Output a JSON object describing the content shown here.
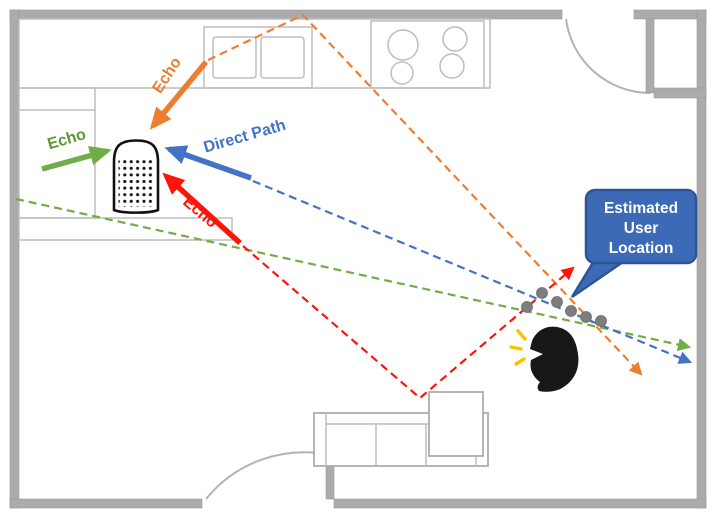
{
  "labels": {
    "echo_top": "Echo",
    "echo_left": "Echo",
    "echo_bottom": "Echo",
    "direct_path": "Direct Path"
  },
  "callout": {
    "lines": [
      "Estimated",
      "User",
      "Location"
    ]
  },
  "colors": {
    "orange_echo": "#ED7D31",
    "green_echo": "#70AD47",
    "blue_direct": "#4472C4",
    "red_echo": "#FB150B",
    "callout_fill": "#3D6AB7",
    "callout_border": "#2E5494",
    "callout_text": "#FFFFFF",
    "wall_gray": "#ABABAB",
    "sample_dots_gray": "#7D7D7D",
    "speech_marks_yellow": "#FFC000"
  },
  "icons": {
    "speaker": "smart-speaker-icon",
    "user": "talking-person-icon",
    "speech": "sound-waves-icon",
    "samples": "sample-dot",
    "callout_pointer": "callout-tail"
  },
  "scene_objects": [
    "kitchen-counter",
    "sink",
    "stove",
    "smart-speaker",
    "couch",
    "side-table",
    "door-top-right",
    "door-bottom",
    "talking-person",
    "estimated-user-location-callout"
  ]
}
